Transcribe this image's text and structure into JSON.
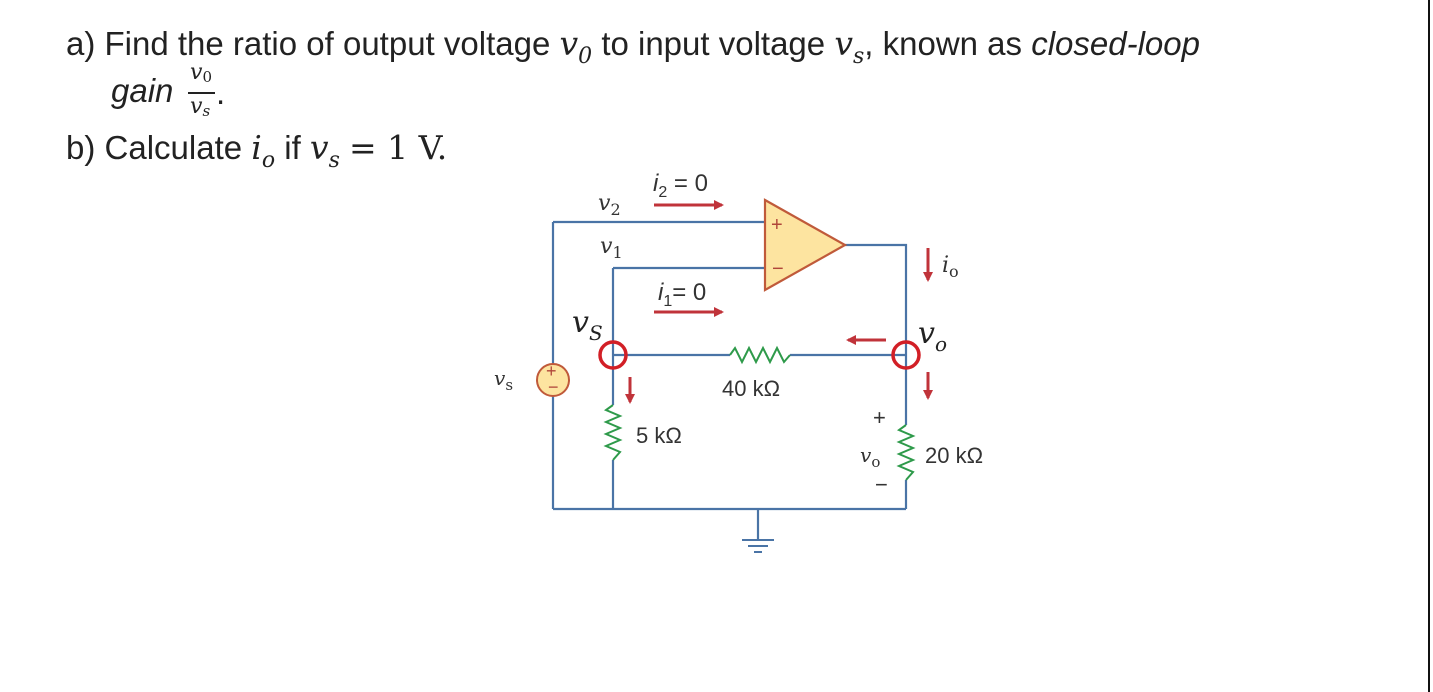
{
  "question_a": {
    "prefix": "a) Find the ratio of output voltage",
    "var_vo": "v",
    "var_vo_sub": "0",
    "middle": "to input voltage",
    "var_vs": "v",
    "var_vs_sub": "s",
    "suffix": ", known as",
    "emph": "closed-loop",
    "line2_emph": "gain",
    "frac_num": "v",
    "frac_num_sub": "0",
    "frac_den": "v",
    "frac_den_sub": "s",
    "end": "."
  },
  "question_b": {
    "prefix": "b) Calculate",
    "var_io": "i",
    "var_io_sub": "o",
    "mid": "if",
    "var_vs": "v",
    "var_vs_sub": "s",
    "eq": "= 1 V."
  },
  "circuit": {
    "label_v2": "v",
    "label_v2_sub": "2",
    "label_v1": "v",
    "label_v1_sub": "1",
    "label_i2": "i",
    "label_i2_sub": "2",
    "label_i2_val": " = 0",
    "label_i1": "i",
    "label_i1_sub": "1",
    "label_i1_val": "= 0",
    "label_io": "i",
    "label_io_sub": "o",
    "label_vs_source": "v",
    "label_vs_source_sub": "s",
    "label_vs_node": "v",
    "label_vs_node_sub": "S",
    "label_vo_node": "v",
    "label_vo_node_sub": "o",
    "label_vo_out": "v",
    "label_vo_out_sub": "o",
    "r_feedback": "40 kΩ",
    "r_ground": "5 kΩ",
    "r_load": "20 kΩ",
    "opamp_plus": "+",
    "opamp_minus": "−",
    "source_plus": "+",
    "source_minus": "−",
    "out_plus": "+",
    "out_minus": "−",
    "colors": {
      "wire": "#4a74a6",
      "arrow": "#c0333a",
      "highlight": "#d21f26",
      "opamp_fill": "#fde4a0",
      "opamp_stroke": "#c05a3a",
      "resistor": "#2e9a4a"
    }
  }
}
